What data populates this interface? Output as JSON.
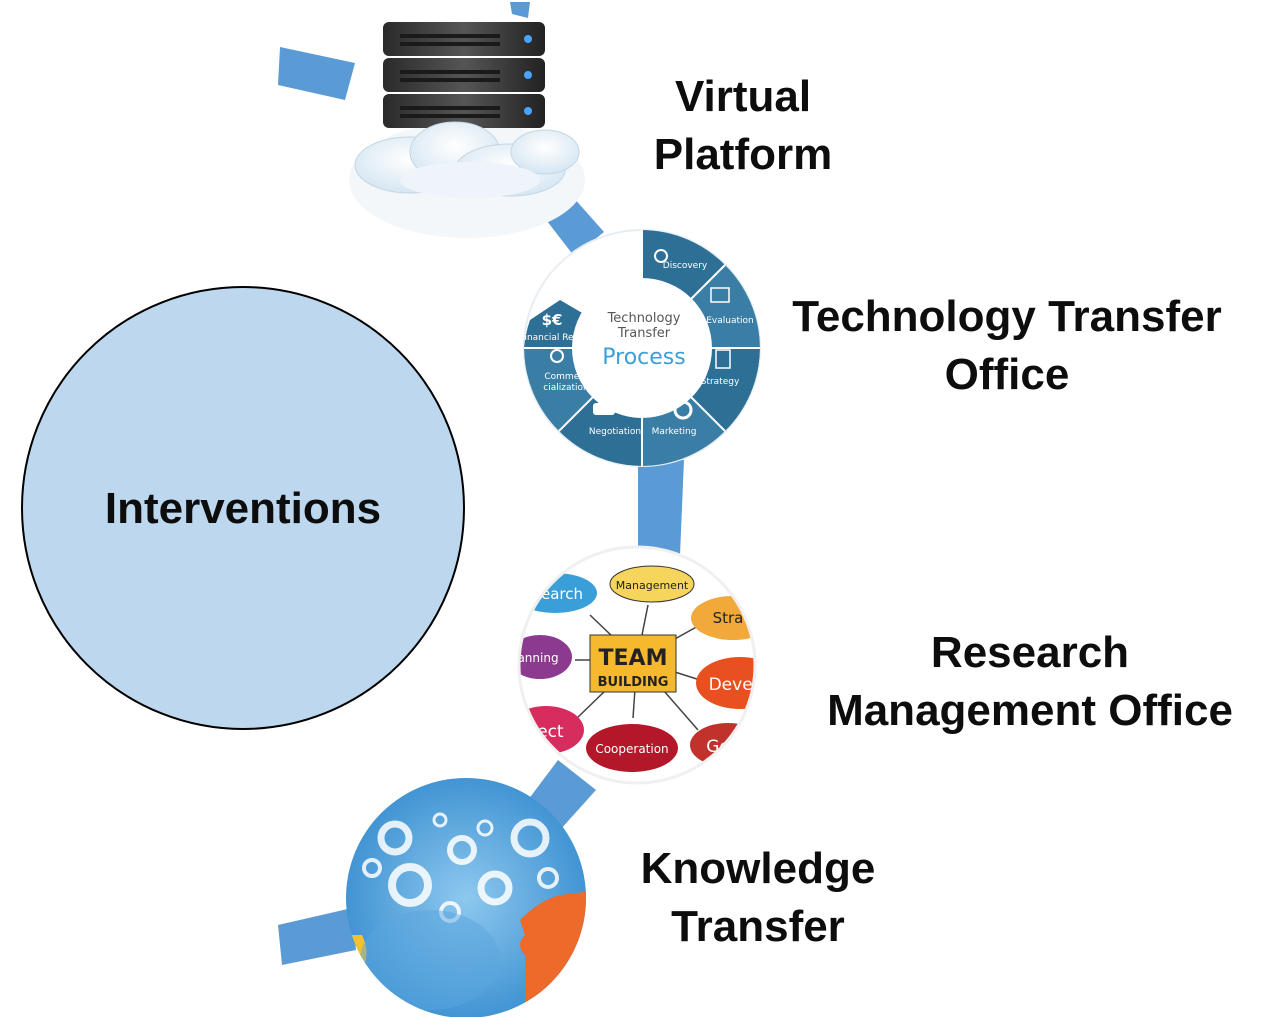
{
  "center": {
    "label": "Interventions"
  },
  "colors": {
    "arc": "#5b9bd5",
    "center_fill": "#bdd7ee",
    "center_stroke": "#000000",
    "ring": "#2e6f96"
  },
  "nodes": [
    {
      "line1": "Virtual",
      "line2": "Platform",
      "icon": "server-cloud-icon"
    },
    {
      "line1": "Technology Transfer",
      "line2": "Office",
      "icon": "technology-transfer-process-wheel"
    },
    {
      "line1": "Research",
      "line2": "Management Office",
      "icon": "team-building-mindmap"
    },
    {
      "line1": "Knowledge",
      "line2": "Transfer",
      "icon": "gears-head-icon"
    }
  ],
  "wheel": {
    "center_line1": "Technology",
    "center_line2": "Transfer",
    "center_title": "Process",
    "segments": [
      "Discovery",
      "Evaluation",
      "Strategy",
      "Marketing",
      "Negotiation",
      "Commer-",
      "cialization",
      "Financial Return"
    ],
    "currency": "$€"
  },
  "mindmap": {
    "center_line1": "TEAM",
    "center_line2": "BUILDING",
    "bubbles": [
      "earch",
      "Management",
      "Stra",
      "anning",
      "Devel",
      "ject",
      "Cooperation",
      "Go"
    ]
  }
}
